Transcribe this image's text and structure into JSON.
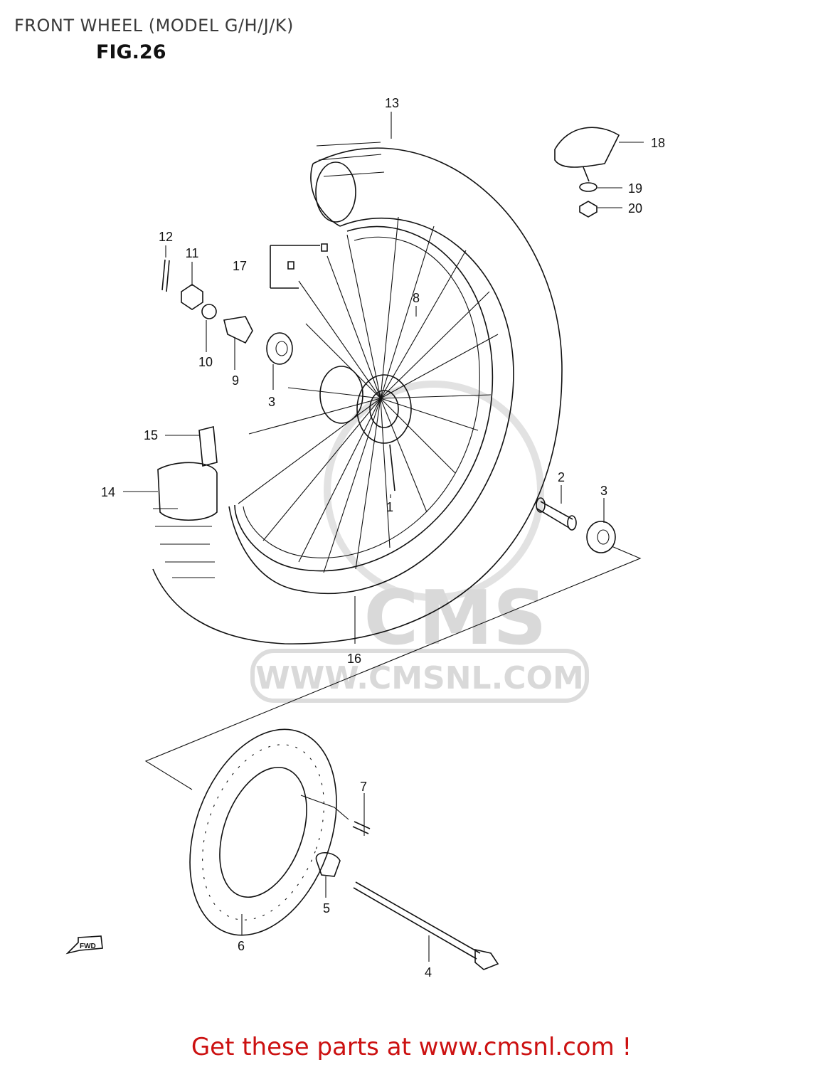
{
  "header": {
    "title": "FRONT WHEEL (MODEL G/H/J/K)",
    "figure": "FIG.26"
  },
  "watermark": {
    "brand": "CMS",
    "url": "WWW.CMSNL.COM"
  },
  "fwd_marker": "FWD",
  "footer": {
    "promo": "Get these parts at www.cmsnl.com !",
    "promo_color": "#cc1111"
  },
  "callouts": {
    "c1": "1",
    "c2": "2",
    "c3a": "3",
    "c3b": "3",
    "c4": "4",
    "c5": "5",
    "c6": "6",
    "c7": "7",
    "c8": "8",
    "c9": "9",
    "c10": "10",
    "c11": "11",
    "c12": "12",
    "c13": "13",
    "c14": "14",
    "c15": "15",
    "c16": "16",
    "c17": "17",
    "c18": "18",
    "c19": "19",
    "c20": "20"
  }
}
